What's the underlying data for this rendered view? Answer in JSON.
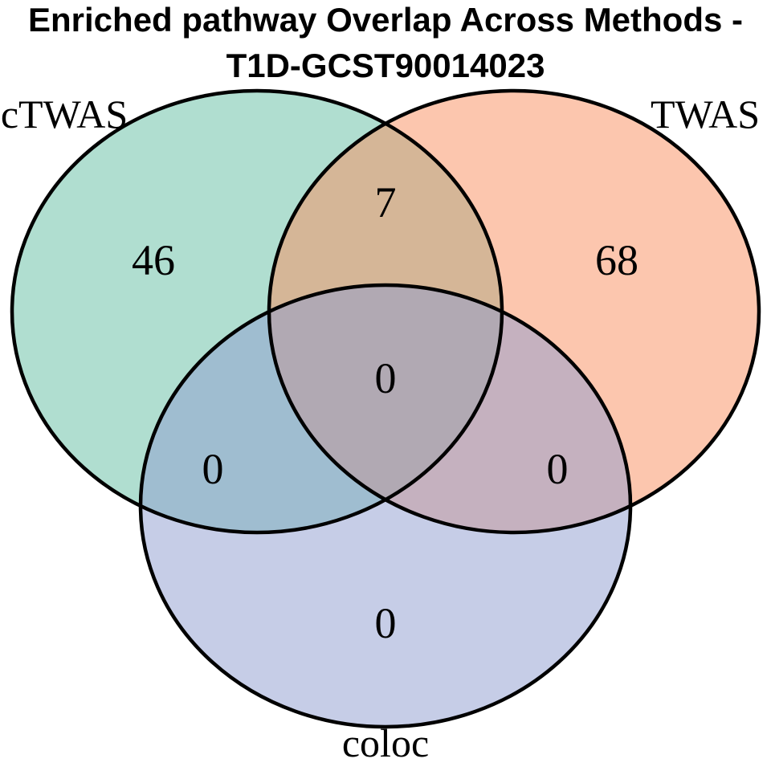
{
  "title": {
    "line1": "Enriched pathway Overlap Across Methods -",
    "line2": "T1D-GCST90014023",
    "full": "Enriched pathway Overlap Across Methods - T1D-GCST90014023"
  },
  "sets": {
    "ctwas": {
      "label": "cTWAS",
      "color": "#61BDA1"
    },
    "twas": {
      "label": "TWAS",
      "color": "#F98D5D"
    },
    "coloc": {
      "label": "coloc",
      "color": "#8D9BCF"
    }
  },
  "counts": {
    "ctwas_only": "46",
    "twas_only": "68",
    "coloc_only": "0",
    "ctwas_twas": "7",
    "ctwas_coloc": "0",
    "twas_coloc": "0",
    "all_three": "0"
  },
  "style": {
    "outline_color": "#000000",
    "fill_opacity": "0.5",
    "background": "#FFFFFF",
    "blended_region_colors": {
      "ctwas_twas": "#D6B494",
      "ctwas_coloc": "#9EBCCF",
      "twas_coloc": "#C4B0BE",
      "all_three": "#AEA8B0"
    }
  },
  "chart_data": {
    "type": "venn",
    "title": "Enriched pathway Overlap Across Methods - T1D-GCST90014023",
    "sets": [
      "cTWAS",
      "TWAS",
      "coloc"
    ],
    "regions": [
      {
        "sets": [
          "cTWAS"
        ],
        "value": 46
      },
      {
        "sets": [
          "TWAS"
        ],
        "value": 68
      },
      {
        "sets": [
          "coloc"
        ],
        "value": 0
      },
      {
        "sets": [
          "cTWAS",
          "TWAS"
        ],
        "value": 7
      },
      {
        "sets": [
          "cTWAS",
          "coloc"
        ],
        "value": 0
      },
      {
        "sets": [
          "TWAS",
          "coloc"
        ],
        "value": 0
      },
      {
        "sets": [
          "cTWAS",
          "TWAS",
          "coloc"
        ],
        "value": 0
      }
    ],
    "set_colors": {
      "cTWAS": "#61BDA1",
      "TWAS": "#F98D5D",
      "coloc": "#8D9BCF"
    },
    "fill_opacity": 0.5,
    "outline": "black",
    "legend_position": "none",
    "label_font": "serif",
    "title_font": "bold sans-serif"
  }
}
